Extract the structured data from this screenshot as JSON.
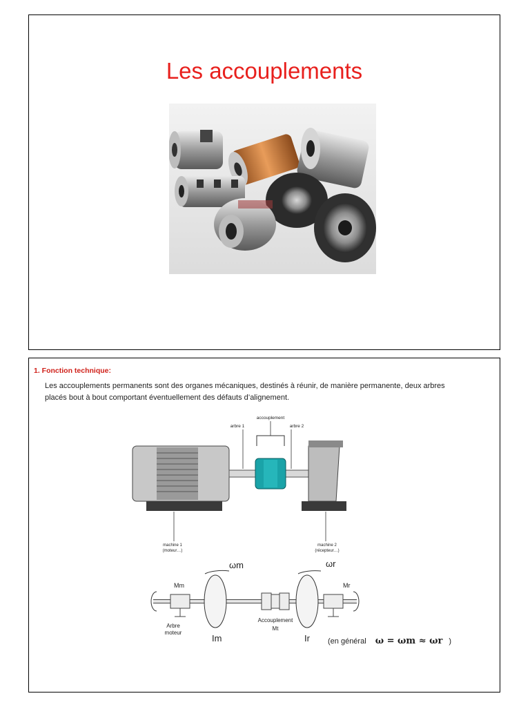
{
  "slide1": {
    "title": "Les accouplements"
  },
  "slide2": {
    "heading": "1. Fonction technique:",
    "paragraph": "Les accouplements permanents sont des organes mécaniques, destinés à réunir, de manière permanente, deux arbres placés bout à bout comportant éventuellement des défauts d’alignement.",
    "machine_diagram": {
      "label_accouplement": "accouplement",
      "label_arbre1": "arbre 1",
      "label_arbre2": "arbre 2",
      "label_machine1": "machine 1",
      "label_machine1_sub": "(moteur…)",
      "label_machine2": "machine 2",
      "label_machine2_sub": "(récepteur…)"
    },
    "shaft_diagram": {
      "omega_m": "ωm",
      "omega_r": "ωr",
      "m_m": "Mm",
      "m_r": "Mr",
      "arbre": "Arbre",
      "moteur": "moteur",
      "accouplement": "Accouplement",
      "m_t": "Mt",
      "i_m": "Im",
      "i_r": "Ir"
    },
    "formula_prefix": "(en général",
    "formula_eq": "ω = ωm ≈ ωr",
    "formula_suffix": ")"
  },
  "colors": {
    "title_red": "#e8201d",
    "heading_red": "#d0211a",
    "coupling_teal": "#1aa3a8"
  }
}
